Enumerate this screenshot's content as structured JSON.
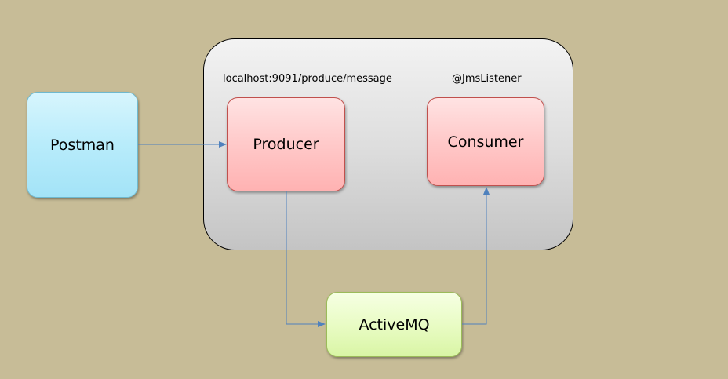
{
  "diagram": {
    "nodes": {
      "postman": {
        "label": "Postman"
      },
      "producer": {
        "label": "Producer"
      },
      "consumer": {
        "label": "Consumer"
      },
      "activemq": {
        "label": "ActiveMQ"
      }
    },
    "annotations": {
      "producer_endpoint": "localhost:9091/produce/message",
      "consumer_annotation": "@JmsListener"
    },
    "edges": [
      {
        "from": "Postman",
        "to": "Producer"
      },
      {
        "from": "Producer",
        "to": "ActiveMQ"
      },
      {
        "from": "ActiveMQ",
        "to": "Consumer"
      }
    ],
    "colors": {
      "background": "#c7bc97",
      "client": "#b8ecfb",
      "service": "#ffc9c9",
      "broker": "#e9fcc5",
      "connector": "#4f81bd"
    }
  }
}
